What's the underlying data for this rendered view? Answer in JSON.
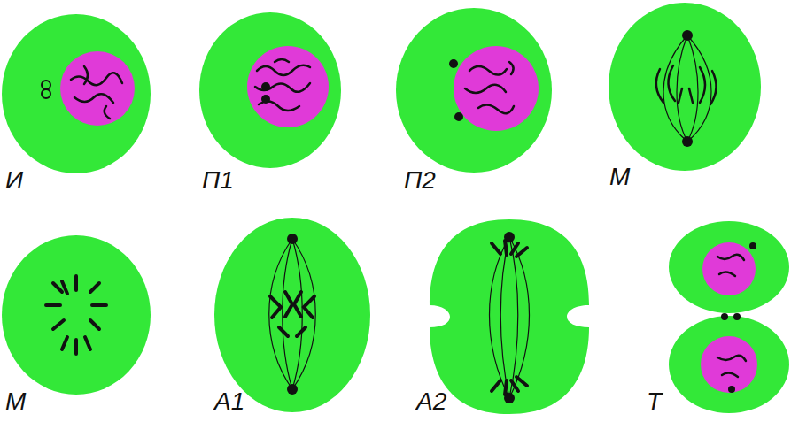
{
  "diagram": {
    "labels": [
      "И",
      "П1",
      "П2",
      "М",
      "М",
      "А1",
      "А2",
      "Т"
    ]
  }
}
